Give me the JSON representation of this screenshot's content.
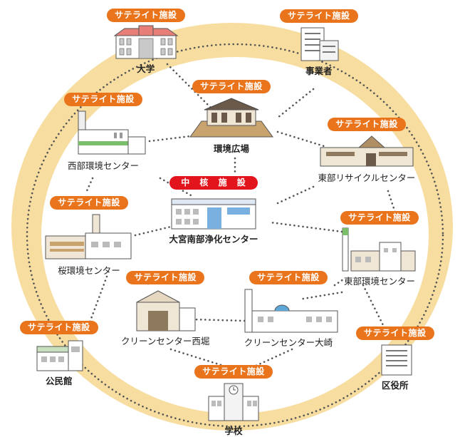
{
  "satellite_label": "サテライト施設",
  "core_label": "中 核 施 設",
  "colors": {
    "ring": "#f7dda0",
    "badge_orange": "#e9741c",
    "badge_red": "#e2141c",
    "building_roof": "#e77f78",
    "dots": "#555555"
  },
  "nodes": {
    "university": {
      "name": "大学",
      "badge": "サテライト施設",
      "icon": "university-building-icon"
    },
    "business": {
      "name": "事業者",
      "badge": "サテライト施設",
      "icon": "office-building-icon"
    },
    "plaza": {
      "name": "環境広場",
      "badge": "サテライト施設",
      "icon": "plaza-hall-icon"
    },
    "west_center": {
      "name": "西部環境センター",
      "badge": "サテライト施設",
      "icon": "incinerator-plant-icon"
    },
    "east_recycle": {
      "name": "東部リサイクルセンター",
      "badge": "サテライト施設",
      "icon": "recycle-factory-icon"
    },
    "core": {
      "name": "大宮南部浄化センター",
      "badge": "中 核 施 設",
      "icon": "purification-plant-icon"
    },
    "sakura_center": {
      "name": "桜環境センター",
      "badge": "サテライト施設",
      "icon": "environment-plant-icon"
    },
    "east_center": {
      "name": "東部環境センター",
      "badge": "サテライト施設",
      "icon": "chimney-plant-icon"
    },
    "clean_nishibori": {
      "name": "クリーンセンター西堀",
      "badge": "サテライト施設",
      "icon": "clean-center-building-icon"
    },
    "clean_ozaki": {
      "name": "クリーンセンター大崎",
      "badge": "サテライト施設",
      "icon": "clean-center-long-building-icon"
    },
    "community_hall": {
      "name": "公民館",
      "badge": "サテライト施設",
      "icon": "community-hall-icon"
    },
    "ward_office": {
      "name": "区役所",
      "badge": "サテライト施設",
      "icon": "ward-office-icon"
    },
    "school": {
      "name": "学校",
      "badge": "サテライト施設",
      "icon": "school-clock-building-icon"
    }
  }
}
